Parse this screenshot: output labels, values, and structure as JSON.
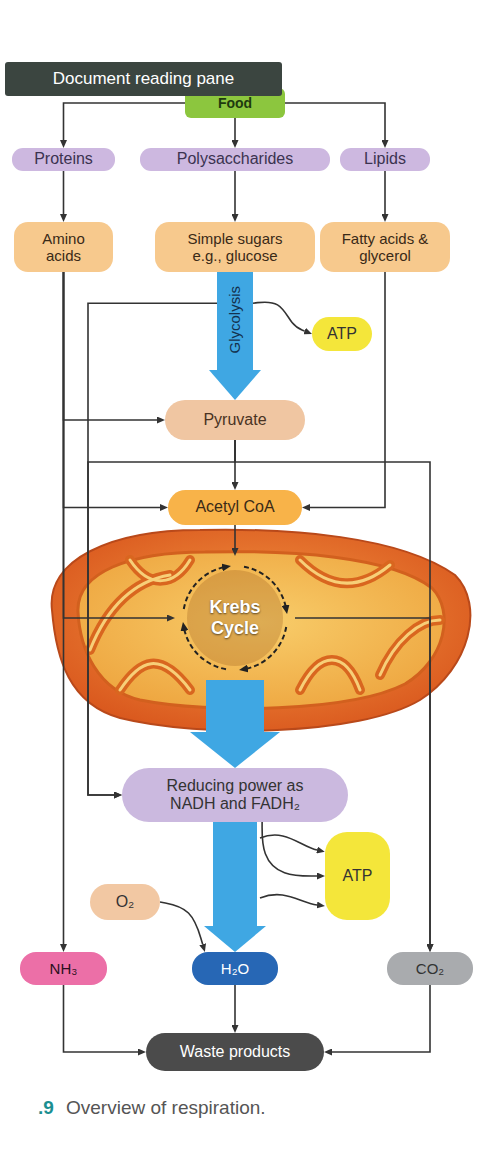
{
  "diagram": {
    "caption": "Overview of respiration.",
    "nodes": [
      {
        "text": [
          "Food"
        ]
      },
      {
        "text": [
          "Proteins"
        ]
      },
      {
        "text": [
          "Polysaccharides"
        ]
      },
      {
        "text": [
          "Lipids"
        ]
      },
      {
        "text": [
          "Amino acids"
        ]
      },
      {
        "text": [
          "Simple sugars e.g., glucose"
        ]
      },
      {
        "text": [
          "Fatty acids & glycerol"
        ]
      },
      {
        "text": [
          "Glycolysis"
        ]
      },
      {
        "text": [
          "ATP"
        ]
      },
      {
        "text": [
          "Pyruvate"
        ]
      },
      {
        "text": [
          "Acetyl CoA"
        ]
      },
      {
        "text": [
          "Krebs Cycle"
        ]
      },
      {
        "text": [
          "Reducing power as NADH and FADH₂"
        ]
      },
      {
        "text": [
          "ATP"
        ]
      },
      {
        "text": [
          "O₂"
        ]
      },
      {
        "text": [
          "NH₃"
        ]
      },
      {
        "text": [
          "H₂O"
        ]
      },
      {
        "text": [
          "CO₂"
        ]
      },
      {
        "text": [
          "Waste products"
        ]
      }
    ],
    "edges": [
      {
        "from": 0,
        "to": 1,
        "arrow": "to"
      },
      {
        "from": 0,
        "to": 2,
        "arrow": "to"
      },
      {
        "from": 0,
        "to": 3,
        "arrow": "to"
      },
      {
        "from": 1,
        "to": 4,
        "arrow": "to"
      },
      {
        "from": 2,
        "to": 5,
        "arrow": "to"
      },
      {
        "from": 3,
        "to": 6,
        "arrow": "to"
      },
      {
        "from": 5,
        "to": 7,
        "arrow": "none"
      },
      {
        "from": 7,
        "to": 9,
        "arrow": "to"
      },
      {
        "from": 7,
        "to": 8,
        "arrow": "to"
      },
      {
        "from": 7,
        "to": 12,
        "arrow": "to"
      },
      {
        "from": 4,
        "to": 9,
        "arrow": "to"
      },
      {
        "from": 4,
        "to": 10,
        "arrow": "to"
      },
      {
        "from": 4,
        "to": 11,
        "arrow": "to"
      },
      {
        "from": 4,
        "to": 15,
        "arrow": "to"
      },
      {
        "from": 9,
        "to": 10,
        "arrow": "to"
      },
      {
        "from": 9,
        "to": 17,
        "arrow": "to"
      },
      {
        "from": 9,
        "to": 12,
        "arrow": "to"
      },
      {
        "from": 6,
        "to": 10,
        "arrow": "to"
      },
      {
        "from": 10,
        "to": 11,
        "arrow": "to"
      },
      {
        "from": 11,
        "to": 17,
        "arrow": "to"
      },
      {
        "from": 11,
        "to": 12,
        "arrow": "to"
      },
      {
        "from": 12,
        "to": 16,
        "arrow": "to"
      },
      {
        "from": 12,
        "to": 13,
        "arrow": "to"
      },
      {
        "from": 14,
        "to": 16,
        "arrow": "to"
      },
      {
        "from": 15,
        "to": 18,
        "arrow": "to"
      },
      {
        "from": 16,
        "to": 18,
        "arrow": "to"
      },
      {
        "from": 17,
        "to": 18,
        "arrow": "to"
      }
    ],
    "labels": [
      "Document reading pane",
      ".9"
    ]
  }
}
